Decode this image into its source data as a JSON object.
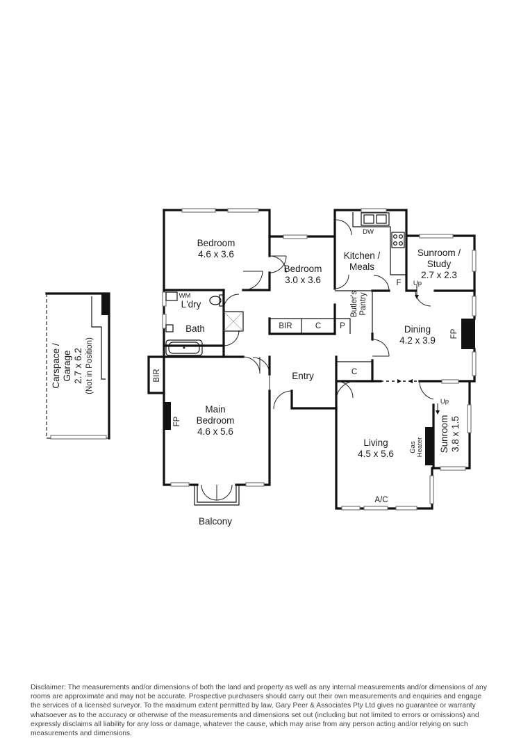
{
  "rooms": {
    "bedroom_a": {
      "name": "Bedroom",
      "dims": "4.6 x 3.6"
    },
    "bedroom_b": {
      "name": "Bedroom",
      "dims": "3.0 x 3.6"
    },
    "kitchen": {
      "line1": "Kitchen /",
      "line2": "Meals"
    },
    "sunroom_study": {
      "line1": "Sunroom /",
      "line2": "Study",
      "dims": "2.7 x 2.3"
    },
    "laundry": {
      "name": "L'dry"
    },
    "bath": {
      "name": "Bath"
    },
    "dining": {
      "name": "Dining",
      "dims": "4.2 x 3.9"
    },
    "entry": {
      "name": "Entry"
    },
    "main_bedroom": {
      "line1": "Main",
      "line2": "Bedroom",
      "dims": "4.6 x 5.6"
    },
    "living": {
      "name": "Living",
      "dims": "4.5 x 5.6"
    },
    "sunroom": {
      "name": "Sunroom",
      "dims": "3.8 x 1.5"
    },
    "balcony": {
      "name": "Balcony"
    },
    "butlers_pantry": {
      "line1": "Butler's",
      "line2": "Pantry"
    },
    "garage": {
      "line1": "Carspace /",
      "line2": "Garage",
      "dims": "2.7 x 6.2",
      "note": "(Not in Position)"
    }
  },
  "fixtures": {
    "bir": "BIR",
    "c": "C",
    "p": "P",
    "wm": "WM",
    "dw": "DW",
    "f": "F",
    "fp": "FP",
    "up": "Up",
    "ac": "A/C",
    "gas_heater_1": "Gas",
    "gas_heater_2": "Heater"
  },
  "disclaimer": "Disclaimer: The measurements and/or dimensions of both the land and property as well as any internal measurements and/or dimensions of any rooms are approximate and may not be accurate. Prospective purchasers should carry out their own measurements and enquiries and engage the services of a licensed surveyor. To the maximum extent permitted by law, Gary Peer & Associates Pty Ltd gives no guarantee or warranty whatsoever as to the accuracy or otherwise of the measurements and dimensions set out (including but not limited to errors or omissions) and expressly disclaims all liability for any loss or damage, whatever the cause, which may arise from any person acting and/or relying on such measurements and dimensions."
}
